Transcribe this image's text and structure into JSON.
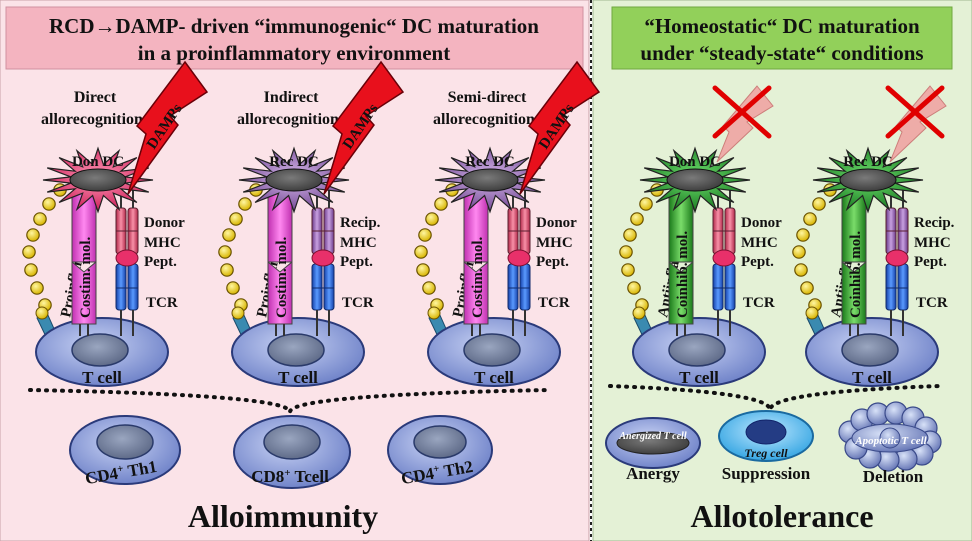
{
  "left_panel": {
    "title_line1": "RCD→DAMP- driven “immunogenic“ DC maturation",
    "title_line2": "in  a proinflammatory environment",
    "columns": [
      {
        "label_line1": "Direct",
        "label_line2": "allorecognition",
        "dc_label": "Don DC",
        "damps": "DAMPs",
        "cyt_label": "Proinflam. Cyt.",
        "mol_label": "Costim. mol.",
        "mhc_line1": "Donor",
        "mhc_line2": "MHC",
        "mhc_line3": "Pept.",
        "tcr": "TCR",
        "tcell": "T cell"
      },
      {
        "label_line1": "Indirect",
        "label_line2": "allorecognition",
        "dc_label": "Rec DC",
        "damps": "DAMPs",
        "cyt_label": "Proinflam. Cyt.",
        "mol_label": "Costim. mol.",
        "mhc_line1": "Recip.",
        "mhc_line2": "MHC",
        "mhc_line3": "Pept.",
        "tcr": "TCR",
        "tcell": "T cell"
      },
      {
        "label_line1": "Semi-direct",
        "label_line2": "allorecognition",
        "dc_label": "Rec DC",
        "damps": "DAMPs",
        "cyt_label": "Proinflam. Cyt.",
        "mol_label": "Costim. mol.",
        "mhc_line1": "Donor",
        "mhc_line2": "MHC",
        "mhc_line3": "Pept.",
        "tcr": "TCR",
        "tcell": "T cell"
      }
    ],
    "outcomes": [
      {
        "main": "CD4",
        "sup": "+",
        "rest": " Th1"
      },
      {
        "main": "CD8",
        "sup": "+",
        "rest": " Tcell"
      },
      {
        "main": "CD4",
        "sup": "+",
        "rest": " Th2"
      }
    ],
    "bottom_label": "Alloimmunity"
  },
  "right_panel": {
    "title_line1": "“Homeostatic“ DC maturation",
    "title_line2": "under “steady-state“ conditions",
    "columns": [
      {
        "dc_label": "Don DC",
        "cyt_label": "Antiinflam. Cyt.",
        "mol_label": "Coinhib. mol.",
        "mhc_line1": "Donor",
        "mhc_line2": "MHC",
        "mhc_line3": "Pept.",
        "tcr": "TCR",
        "tcell": "T cell"
      },
      {
        "dc_label": "Rec DC",
        "cyt_label": "Antiinflam. Cyt.",
        "mol_label": "Coinhib. mol.",
        "mhc_line1": "Recip.",
        "mhc_line2": "MHC",
        "mhc_line3": "Pept.",
        "tcr": "TCR",
        "tcell": "T cell"
      }
    ],
    "outcomes": [
      {
        "cell": "Anergized T cell",
        "caption": "Anergy"
      },
      {
        "cell": "Treg cell",
        "caption": "Suppression"
      },
      {
        "cell": "Apoptotic T cell",
        "caption": "Deletion"
      }
    ],
    "bottom_label": "Allotolerance"
  },
  "colors": {
    "left_bg": "#fbe3e8",
    "right_bg": "#e4f1d6",
    "left_title_bg": "#f4b4c0",
    "right_title_bg": "#92d05a",
    "don_dc": "#e0336a",
    "rec_dc": "#8a62a8",
    "green_dc": "#2e9a2e",
    "tcell": "#8f9fd6",
    "cytokine": "#f0d000",
    "damps": "#e8101c",
    "costim": "#e85ad8",
    "coinhib": "#3aa83a",
    "mhc_red": "#e0506a",
    "mhc_purple": "#9a6ab0",
    "tcr": "#2a6ad8"
  }
}
